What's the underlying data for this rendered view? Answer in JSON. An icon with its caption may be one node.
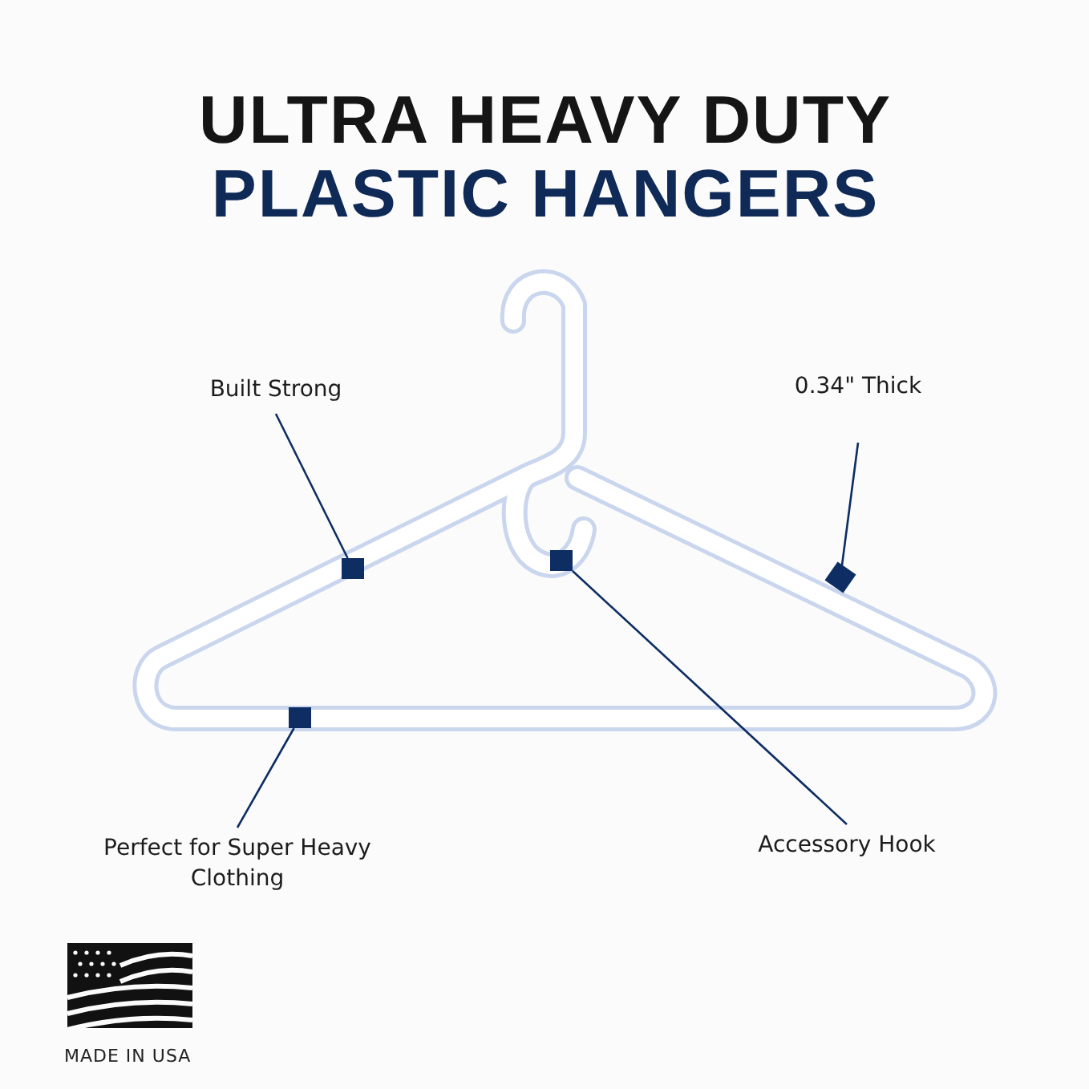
{
  "diagram": {
    "title": "ULTRA HEAVY DUTY PLASTIC HANGERS",
    "nodes": [
      {
        "text": [
          "Built Strong"
        ]
      },
      {
        "text": [
          "0.34\" Thick"
        ]
      },
      {
        "text": [],
        "shape": "box"
      },
      {
        "text": [],
        "shape": "box"
      },
      {
        "text": [],
        "shape": "diamond"
      },
      {
        "text": [],
        "shape": "box"
      },
      {
        "text": [
          "Perfect for Super Heavy Clothing"
        ]
      },
      {
        "text": [
          "Accessory Hook"
        ]
      }
    ],
    "edges": [
      {
        "from": 0,
        "to": 2,
        "arrow": "none"
      },
      {
        "from": 1,
        "to": 4,
        "arrow": "none"
      },
      {
        "from": 6,
        "to": 5,
        "arrow": "none"
      },
      {
        "from": 7,
        "to": 3,
        "arrow": "none"
      }
    ],
    "labels": [
      "MADE IN USA"
    ]
  }
}
